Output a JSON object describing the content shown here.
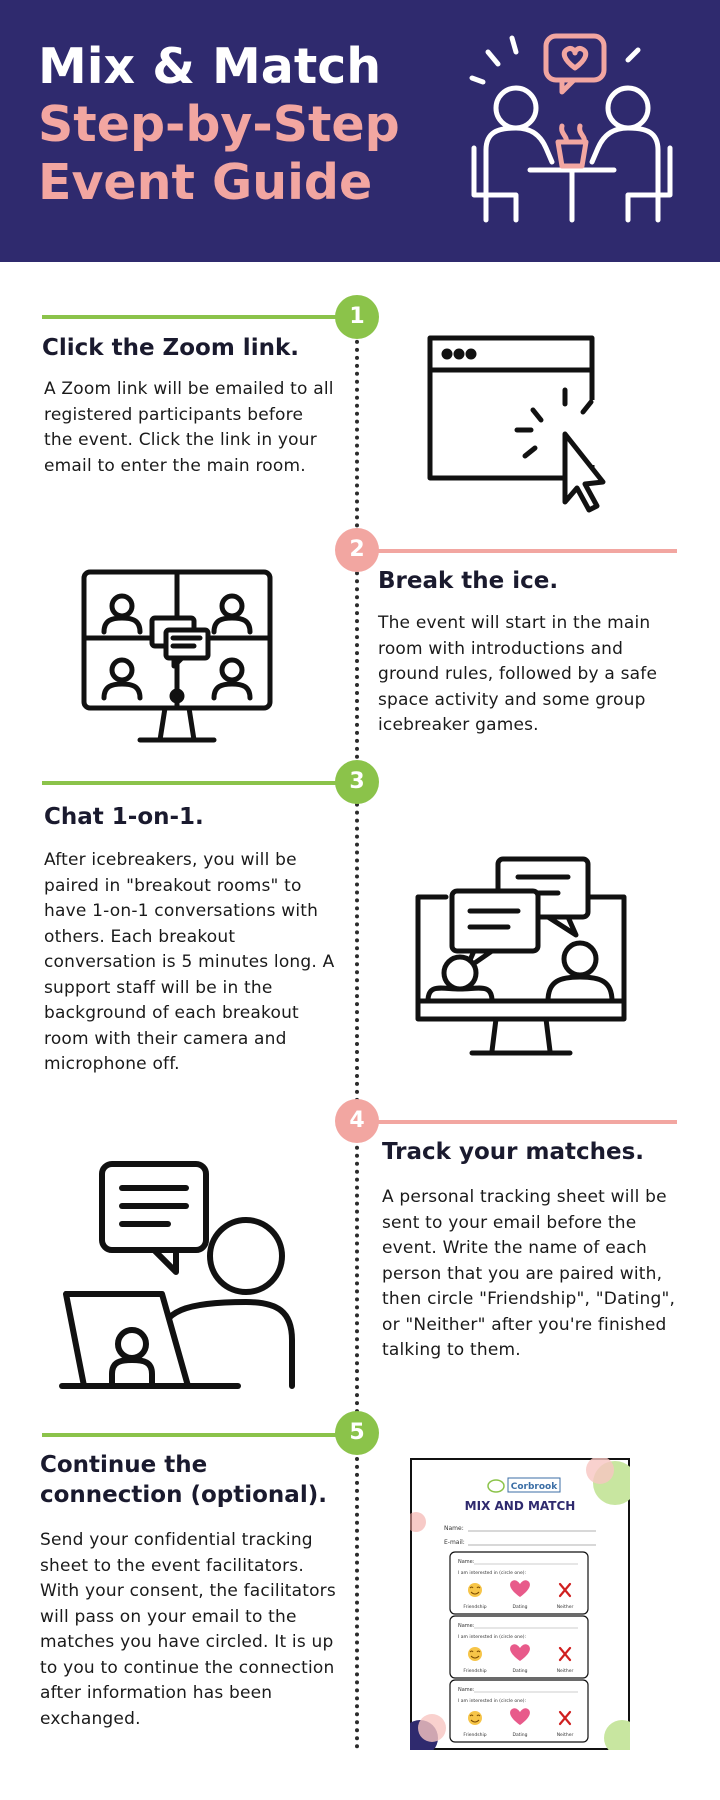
{
  "header": {
    "title_line1": "Mix & Match",
    "title_line2": "Step-by-Step",
    "title_line3": "Event Guide"
  },
  "colors": {
    "navy": "#2f2a6e",
    "pink": "#f2a6a1",
    "green": "#8bc34a"
  },
  "steps": [
    {
      "number": "1",
      "title": "Click the Zoom link.",
      "body": "A Zoom link will be emailed to all registered participants before the event. Click the link in your email to enter the main room.",
      "icon": "browser-cursor-icon",
      "color": "green"
    },
    {
      "number": "2",
      "title": "Break the ice.",
      "body": "The event will start in the main room with introductions and ground rules, followed by a safe space activity and some group icebreaker games.",
      "icon": "video-call-group-icon",
      "color": "pink"
    },
    {
      "number": "3",
      "title": "Chat 1-on-1.",
      "body": "After icebreakers, you will be paired in \"breakout rooms\" to have 1-on-1 conversations with others. Each breakout conversation is 5 minutes long. A support staff will be in the background of each breakout room with their camera and microphone off.",
      "icon": "video-chat-pair-icon",
      "color": "green"
    },
    {
      "number": "4",
      "title": "Track your matches.",
      "body": "A personal tracking sheet will be sent to your email before the event. Write the name of each person that you are paired with, then circle \"Friendship\", \"Dating\", or \"Neither\" after you're finished talking to them.",
      "icon": "laptop-user-chat-icon",
      "color": "pink"
    },
    {
      "number": "5",
      "title": "Continue the connection (optional).",
      "body": "Send your confidential tracking sheet to the event facilitators. With your consent, the facilitators will pass on your email to the matches you have circled. It is up to you to continue the connection after information has been exchanged.",
      "icon": "tracking-sheet-icon",
      "color": "green"
    }
  ],
  "sheet": {
    "brand": "Corbrook",
    "title": "MIX AND MATCH",
    "name_label": "Name:",
    "email_label": "E-mail:",
    "card_name_label": "Name:",
    "card_prompt": "I am interested in (circle one):",
    "options": [
      "Friendship",
      "Dating",
      "Neither"
    ]
  }
}
